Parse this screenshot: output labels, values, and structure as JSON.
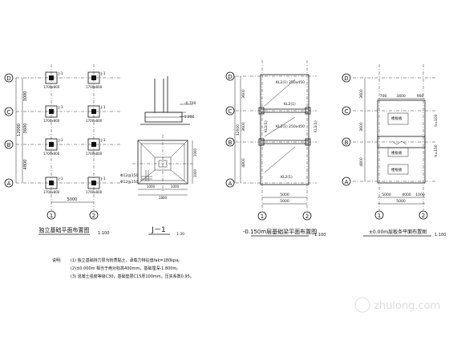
{
  "axes": {
    "rows": [
      "D",
      "C",
      "B",
      "A"
    ],
    "cols": [
      "1",
      "2"
    ]
  },
  "panel1": {
    "title": "独立基础平面布置图",
    "scale": "1:100",
    "dims_v": [
      "3000",
      "3600",
      "4800"
    ],
    "dim_total": "12000",
    "dim_h": "5000",
    "footing_labels": [
      "J-1",
      "J-1",
      "J-1",
      "J-1",
      "J-1",
      "J-1",
      "J-1",
      "J-1"
    ],
    "footing_size": "1700x800"
  },
  "panel2": {
    "title": "J－1",
    "scale": "1:30",
    "elev_top": "-0.700",
    "elev_bot": "-1.200",
    "rebar": "Φ12@150",
    "dims": [
      "1000",
      "1000"
    ],
    "total": "1800"
  },
  "panel3": {
    "title": "-0.150m层基础梁平面布置图",
    "scale": "1:100",
    "beams": [
      "KL2(1) 250x450",
      "KL2(1)",
      "KL2(1) 250x450",
      "KL2(1)"
    ],
    "beams_side": [
      "KL1(1)",
      "KL1(1)"
    ],
    "dims_v": [
      "3600",
      "3600",
      "4800"
    ],
    "dim_total": "12000",
    "dim_h": "5000"
  },
  "panel4": {
    "title": "±0.00m层板条平面布置图",
    "scale": "1:100",
    "top_dims": [
      "700",
      "3400",
      "900"
    ],
    "bot_dims": [
      "5000",
      "4000",
      "1000"
    ],
    "side_dims": [
      "3600",
      "3600",
      "4800"
    ],
    "slab_labels": [
      "楼板板",
      "楼板板",
      "楼板板"
    ],
    "side_labels": [
      "h=100",
      "h=150"
    ]
  },
  "notes": {
    "heading": "说明:",
    "lines": [
      "(1) 独立基础持力层为粉质黏土，承载力特征值fak=180kpa。",
      "(2)±0.000m 相当于绝对标高400mm，基础埋深-1.800m。",
      "(3) 混凝土强度等级C30，基础垫层C15厚100mm，压实系数0.95。"
    ]
  },
  "watermark": "zhulong.com"
}
